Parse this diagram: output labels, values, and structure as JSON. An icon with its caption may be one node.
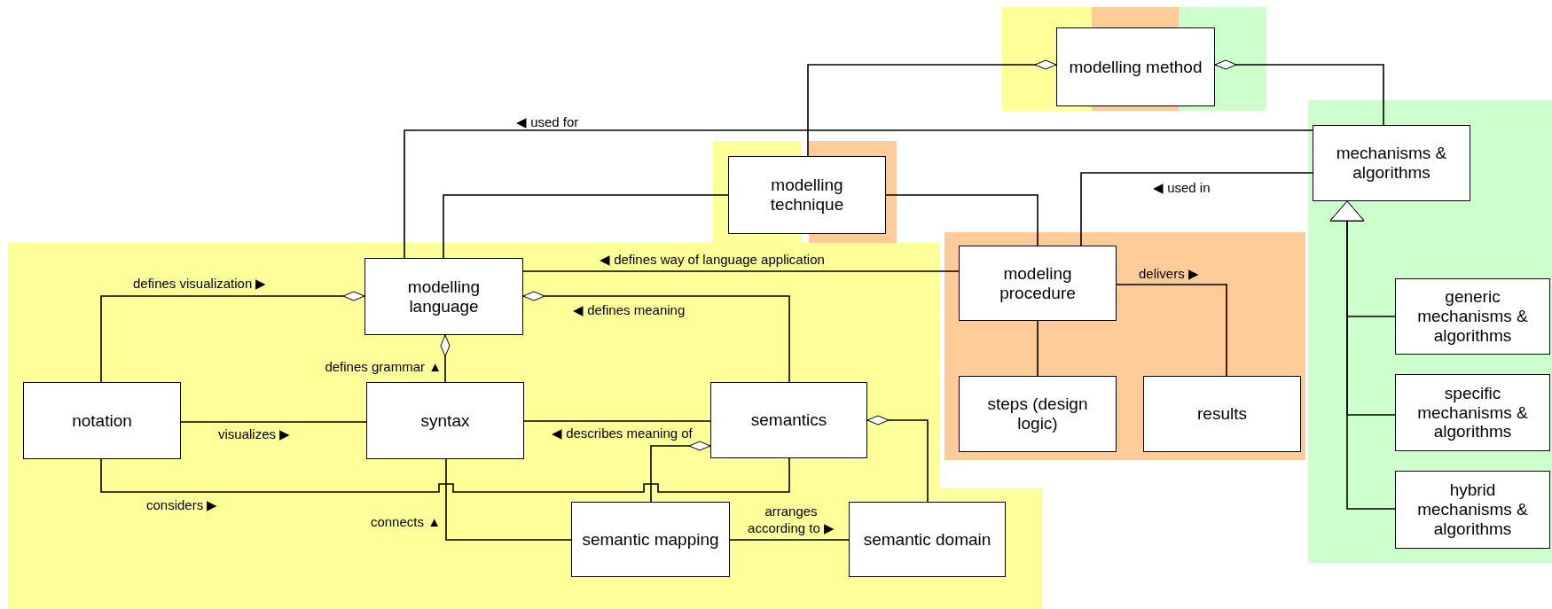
{
  "diagram": {
    "nodes": [
      {
        "text": [
          "modelling method"
        ]
      },
      {
        "text": [
          "modelling technique"
        ]
      },
      {
        "text": [
          "mechanisms & algorithms"
        ]
      },
      {
        "text": [
          "modelling language"
        ]
      },
      {
        "text": [
          "modeling procedure"
        ]
      },
      {
        "text": [
          "notation"
        ]
      },
      {
        "text": [
          "syntax"
        ]
      },
      {
        "text": [
          "semantics"
        ]
      },
      {
        "text": [
          "steps (design logic)"
        ]
      },
      {
        "text": [
          "results"
        ]
      },
      {
        "text": [
          "semantic mapping"
        ]
      },
      {
        "text": [
          "semantic domain"
        ]
      },
      {
        "text": [
          "generic mechanisms & algorithms"
        ]
      },
      {
        "text": [
          "specific mechanisms & algorithms"
        ]
      },
      {
        "text": [
          "hybrid mechanisms & algorithms"
        ]
      }
    ],
    "edges": [
      {
        "from": 1,
        "to": 0,
        "arrow": "other"
      },
      {
        "from": 2,
        "to": 0,
        "arrow": "other"
      },
      {
        "from": 2,
        "to": 3,
        "arrow": "none",
        "label": "◀ used for"
      },
      {
        "from": 3,
        "to": 1,
        "arrow": "none"
      },
      {
        "from": 1,
        "to": 4,
        "arrow": "none"
      },
      {
        "from": 2,
        "to": 4,
        "arrow": "none",
        "label": "◀ used in"
      },
      {
        "from": 4,
        "to": 3,
        "arrow": "none",
        "label": "◀ defines way of language application"
      },
      {
        "from": 5,
        "to": 3,
        "arrow": "other",
        "label": "defines visualization ▶"
      },
      {
        "from": 7,
        "to": 3,
        "arrow": "other",
        "label": "◀ defines meaning"
      },
      {
        "from": 6,
        "to": 3,
        "arrow": "other",
        "label": "defines grammar ▲"
      },
      {
        "from": 5,
        "to": 6,
        "arrow": "none",
        "label": "visualizes ▶"
      },
      {
        "from": 6,
        "to": 7,
        "arrow": "none",
        "label": "◀ describes meaning of"
      },
      {
        "from": 5,
        "to": 7,
        "arrow": "none",
        "label": "considers ▶"
      },
      {
        "from": 6,
        "to": 10,
        "arrow": "none",
        "label": "connects ▲"
      },
      {
        "from": 10,
        "to": 7,
        "arrow": "other"
      },
      {
        "from": 10,
        "to": 11,
        "arrow": "none",
        "label": "arranges according to ▶"
      },
      {
        "from": 11,
        "to": 7,
        "arrow": "other"
      },
      {
        "from": 4,
        "to": 8,
        "arrow": "none"
      },
      {
        "from": 4,
        "to": 9,
        "arrow": "none",
        "label": "delivers ▶"
      },
      {
        "from": 12,
        "to": 2,
        "arrow": "to"
      },
      {
        "from": 13,
        "to": 2,
        "arrow": "to"
      },
      {
        "from": 14,
        "to": 2,
        "arrow": "to"
      }
    ]
  }
}
